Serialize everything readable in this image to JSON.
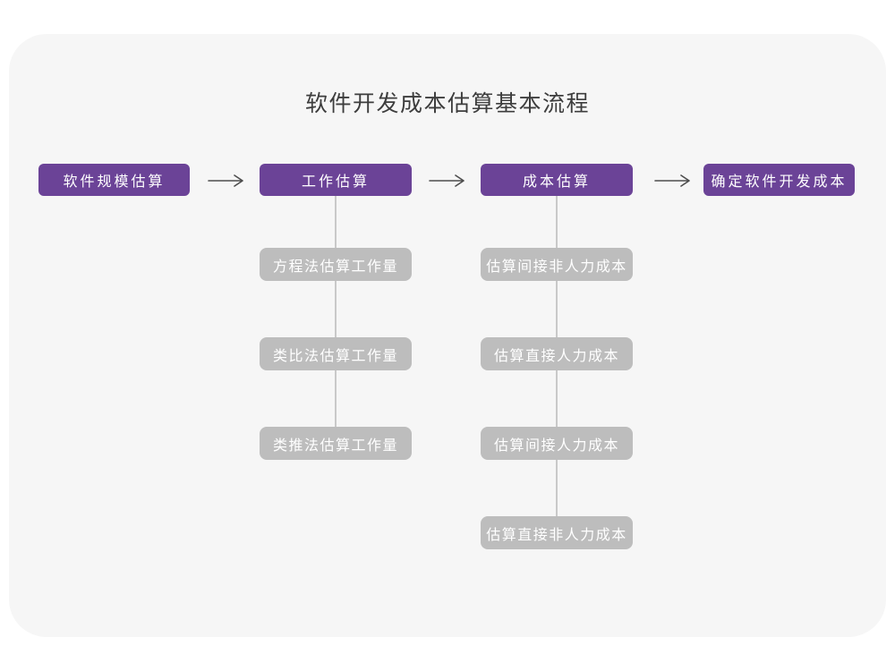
{
  "title": "软件开发成本估算基本流程",
  "colors": {
    "stage_bg": "#6b4397",
    "substep_bg": "#bdbdbd",
    "card_bg": "#f6f6f6",
    "title_color": "#3d3d3d",
    "line_color": "#c9c9c9",
    "arrow_color": "#4d4d4d"
  },
  "flow": {
    "stages": [
      {
        "label": "软件规模估算",
        "substeps": []
      },
      {
        "label": "工作估算",
        "substeps": [
          "方程法估算工作量",
          "类比法估算工作量",
          "类推法估算工作量"
        ]
      },
      {
        "label": "成本估算",
        "substeps": [
          "估算间接非人力成本",
          "估算直接人力成本",
          "估算间接人力成本",
          "估算直接非人力成本"
        ]
      },
      {
        "label": "确定软件开发成本",
        "substeps": []
      }
    ],
    "arrow_glyph": "⟶"
  }
}
